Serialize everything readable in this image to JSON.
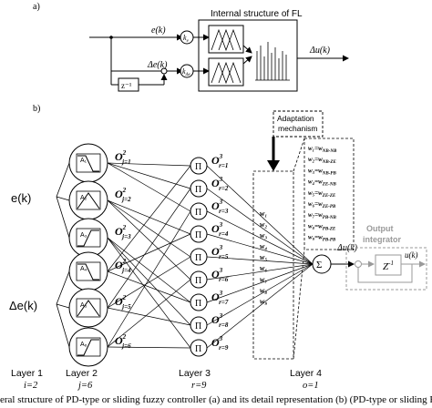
{
  "panel_a": {
    "tag": "a)",
    "title": "Internal structure of FL",
    "e_label": "e(k)",
    "de_label": "Δe(k)",
    "delay_label": "z⁻¹",
    "k_e": "k",
    "k_e_sub": "e",
    "k_de": "k",
    "k_de_sub": "Δe",
    "out_label": "Δu(k)"
  },
  "panel_b": {
    "tag": "b)",
    "input_e": "e(k)",
    "input_de": "Δe(k)",
    "mf_labels": [
      "A₁",
      "A₂",
      "A₃",
      "A₄",
      "A₅",
      "A₆"
    ],
    "o2_labels": [
      "j=1",
      "j=2",
      "j=3",
      "j=4",
      "j=5",
      "j=6"
    ],
    "pi_symbol": "Π",
    "o3_labels": [
      "r=1",
      "r=2",
      "r=3",
      "r=4",
      "r=5",
      "r=6",
      "r=7",
      "r=8",
      "r=9"
    ],
    "w_labels": [
      "w₁",
      "w₂",
      "w₃",
      "w₄",
      "w₅",
      "w₆",
      "w₇",
      "w₈",
      "w₉"
    ],
    "adaptation": [
      "Adaptation",
      "mechanism"
    ],
    "rule_weights": [
      "NB-NB",
      "NB-ZE",
      "NB-PB",
      "ZE-NB",
      "ZE-ZE",
      "ZE-PB",
      "PB-NB",
      "PB-ZE",
      "PB-PB"
    ],
    "sum_symbol": "Σ",
    "du_label": "Δu(k)",
    "integrator_title": [
      "Output",
      "integrator"
    ],
    "z_label": "Z",
    "z_exp": "-1",
    "u_label": "u(k)",
    "layers": [
      {
        "name": "Layer 1",
        "param": "i=2"
      },
      {
        "name": "Layer 2",
        "param": "j=6"
      },
      {
        "name": "Layer 3",
        "param": "r=9"
      },
      {
        "name": "Layer 4",
        "param": "o=1"
      }
    ]
  },
  "caption": "eral structure of PD-type or sliding fuzzy controller (a) and its detail representation (b) (PD-type or sliding F",
  "colors": {
    "line": "#000000",
    "grey": "#9a9a9a",
    "weight_text": "#000000"
  }
}
